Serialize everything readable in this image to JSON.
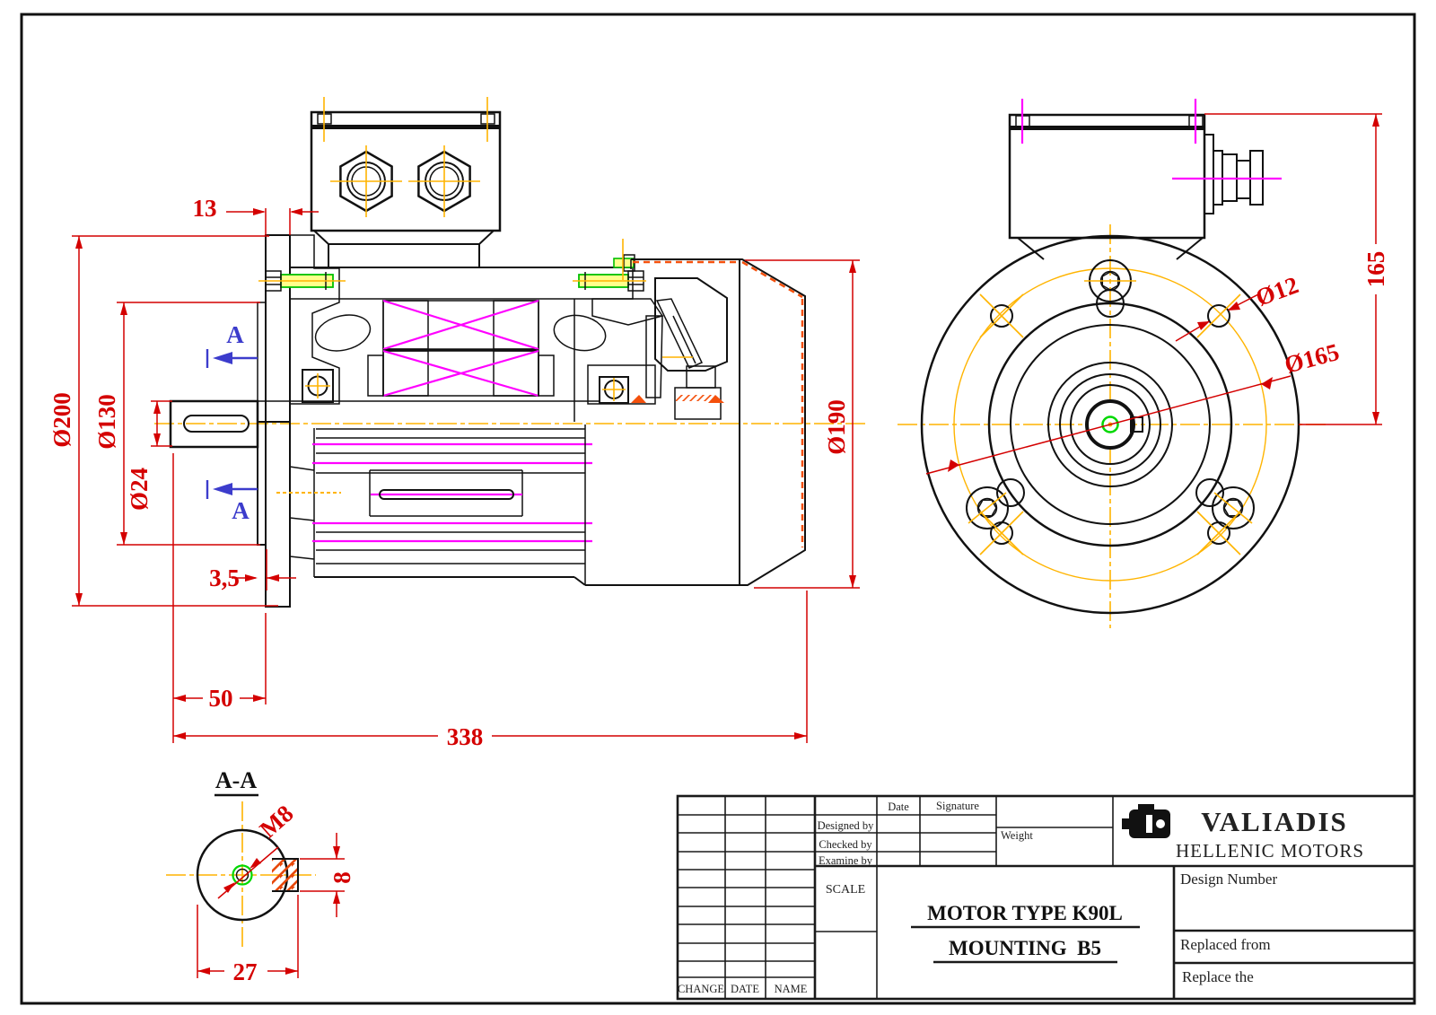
{
  "drawing_title": "MOTOR TYPE K90L MOUNTING B5",
  "colors": {
    "dimension_red": "#d40000",
    "centerline_orange": "#ffb400",
    "section_hatch_orange": "#f4500c",
    "winding_magenta": "#ff00ff",
    "component_green": "#00d800",
    "section_marker_blue": "#3c3ccc",
    "outline_black": "#111111"
  },
  "views": {
    "side": {
      "dims": {
        "flange_thickness": "13",
        "flange_od": "Ø200",
        "spigot_d": "Ø130",
        "shaft_d": "Ø24",
        "spigot_depth": "3,5",
        "shaft_length": "50",
        "total_length": "338",
        "frame_od": "Ø190"
      },
      "section_marker": "A"
    },
    "front": {
      "dims": {
        "box_height": "165",
        "hole_d": "Ø12",
        "bolt_circle_d": "Ø165"
      }
    },
    "section_aa": {
      "title": "A-A",
      "dims": {
        "thread": "M8",
        "key_depth": "8",
        "key_span": "27"
      }
    }
  },
  "title_block": {
    "company": "VALIADIS",
    "company_sub": "HELLENIC MOTORS",
    "product_line1": "MOTOR TYPE K90L",
    "product_line2": "MOUNTING  B5",
    "design_number_label": "Design Number",
    "replaced_from_label": "Replaced from",
    "replace_the_label": "Replace the",
    "scale_label": "SCALE",
    "weight_label": "Weight",
    "date_label": "Date",
    "signature_label": "Signature",
    "designed_by_label": "Designed by",
    "checked_by_label": "Checked by",
    "examined_by_label": "Examine by",
    "change_label": "CHANGE",
    "date_col_label": "DATE",
    "name_col_label": "NAME"
  }
}
